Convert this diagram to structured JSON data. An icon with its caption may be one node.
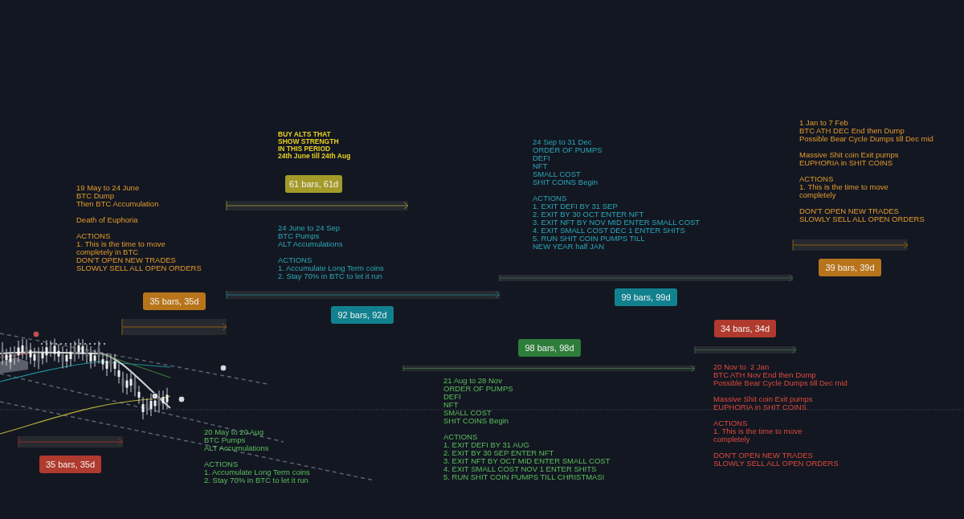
{
  "diagram": {
    "nodes": [
      {
        "text": [
          "61 bars, 61d"
        ]
      },
      {
        "text": [
          "35 bars, 35d"
        ]
      },
      {
        "text": [
          "92 bars, 92d"
        ]
      },
      {
        "text": [
          "99 bars, 99d"
        ]
      },
      {
        "text": [
          "39 bars, 39d"
        ]
      },
      {
        "text": [
          "34 bars, 34d"
        ]
      },
      {
        "text": [
          "98 bars, 98d"
        ]
      },
      {
        "text": [
          "35 bars, 35d"
        ]
      }
    ],
    "labels": [
      "19 May to 24 June",
      "BTC Dump",
      "Then BTC Accumulation",
      "Death of Euphoria",
      "ACTIONS",
      "1. This is the time to move",
      "completely in BTC",
      "DON'T OPEN NEW TRADES",
      "SLOWLY SELL ALL OPEN ORDERS",
      "BUY ALTS THAT",
      "SHOW STRENGTH",
      "IN THIS PERIOD",
      "24th June till 24th Aug",
      "24 June to 24 Sep",
      "BTC Pumps",
      "ALT Accumulations",
      "ACTIONS",
      "1. Accumulate Long Term coins",
      "2. Stay 70% in BTC to let it run",
      "24 Sep to 31 Dec",
      "ORDER OF PUMPS",
      "DEFI",
      "NFT",
      "SMALL COST",
      "SHIT COINS Begin",
      "ACTIONS",
      "1. EXIT DEFI BY 31 SEP",
      "2. EXIT BY 30 OCT ENTER NFT",
      "3. EXIT NFT BY NOV MID ENTER SMALL COST",
      "4. EXIT SMALL COST DEC 1 ENTER SHITS",
      "5. RUN SHIT COIN PUMPS TILL",
      "NEW YEAR half JAN",
      "1 Jan to 7 Feb",
      "BTC ATH DEC End then Dump",
      "Possible Bear Cycle Dumps till Dec mid",
      "Massive Shit coin Exit pumps",
      "EUPHORIA in SHIT COINS",
      "ACTIONS",
      "1. This is the time to move",
      "completely",
      "DON'T OPEN NEW TRADES",
      "SLOWLY SELL ALL OPEN ORDERS",
      "20 May to 20 Aug",
      "BTC Pumps",
      "ALT Accumulations",
      "ACTIONS",
      "1. Accumulate Long Term coins",
      "2. Stay 70% in BTC to let it run",
      "21 Aug to 28 Nov",
      "ORDER OF PUMPS",
      "DEFI",
      "NFT",
      "SMALL COST",
      "SHIT COINS Begin",
      "ACTIONS",
      "1. EXIT DEFI BY 31 AUG",
      "2. EXIT BY 30 SEP ENTER NFT",
      "3. EXIT NFT BY OCT MID ENTER SMALL COST",
      "4. EXIT SMALL COST NOV 1 ENTER SHITS",
      "5. RUN SHIT COIN PUMPS TILL CHRISTMAS!",
      "20 Nov to  2 Jan",
      "BTC ATH Nov End then Dump",
      "Possible Bear Cycle Dumps till Dec mid",
      "Massive Shit coin Exit pumps",
      "EUPHORIA in SHIT COINS",
      "ACTIONS",
      "1. This is the time to move",
      "completely",
      "DON'T OPEN NEW TRADES",
      "SLOWLY SELL ALL OPEN ORDERS"
    ]
  }
}
